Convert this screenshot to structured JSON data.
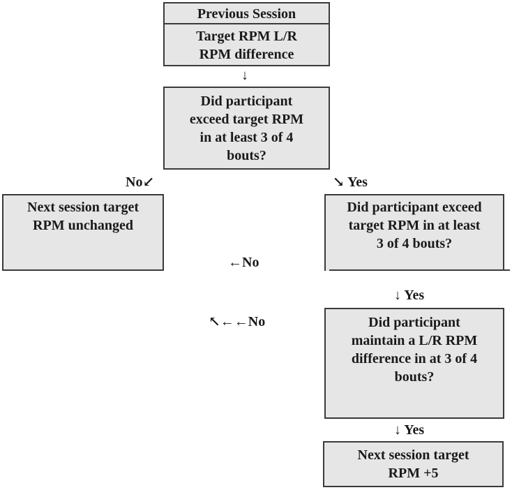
{
  "boxes": {
    "previous_session": {
      "header": "Previous Session",
      "lines": [
        "Target RPM L/R",
        "RPM difference"
      ]
    },
    "q1": {
      "lines": [
        "Did participant",
        "exceed target RPM",
        "in at least 3 of 4",
        "bouts?"
      ]
    },
    "unchanged": {
      "lines": [
        "Next session target",
        "RPM unchanged"
      ]
    },
    "q2": {
      "lines": [
        "Did participant exceed",
        "target RPM in at least",
        "3 of 4 bouts?"
      ]
    },
    "q3": {
      "lines": [
        "Did participant",
        "maintain a L/R RPM",
        "difference in at 3 of 4",
        "bouts?"
      ]
    },
    "plus5": {
      "lines": [
        "Next session target",
        "RPM +5"
      ]
    }
  },
  "labels": {
    "arrow_down_1": "↓",
    "no_1": "No↙",
    "yes_1": "↘ Yes",
    "no_2": "←No",
    "yes_2": "↓ Yes",
    "no_3": "↖←←No",
    "yes_3": "↓ Yes"
  }
}
